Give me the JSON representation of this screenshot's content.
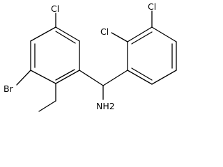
{
  "molecule": {
    "atom_labels": {
      "cl_left_ring": "Cl",
      "br": "Br",
      "cl_ortho": "Cl",
      "cl_meta": "Cl",
      "nh2": "NH2"
    },
    "bond_color": "#000000"
  }
}
